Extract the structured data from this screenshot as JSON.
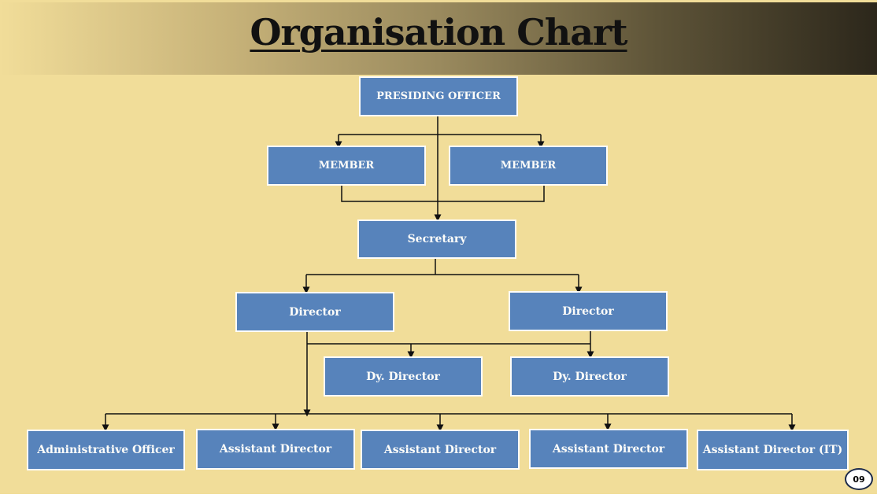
{
  "title": "Organisation Chart",
  "nodes": {
    "presiding_officer": "PRESIDING OFFICER",
    "member_1": "MEMBER",
    "member_2": "MEMBER",
    "secretary": "Secretary",
    "director_1": "Director",
    "director_2": "Director",
    "dy_director_1": "Dy. Director",
    "dy_director_2": "Dy. Director",
    "administrative_officer": "Administrative Officer",
    "assistant_director_1": "Assistant Director",
    "assistant_director_2": "Assistant Director",
    "assistant_director_3": "Assistant Director",
    "assistant_director_it": "Assistant Director (IT)"
  },
  "page_number": "09",
  "colors": {
    "box": "#4f7fbd",
    "background": "#f1dd99",
    "line": "#111111"
  }
}
